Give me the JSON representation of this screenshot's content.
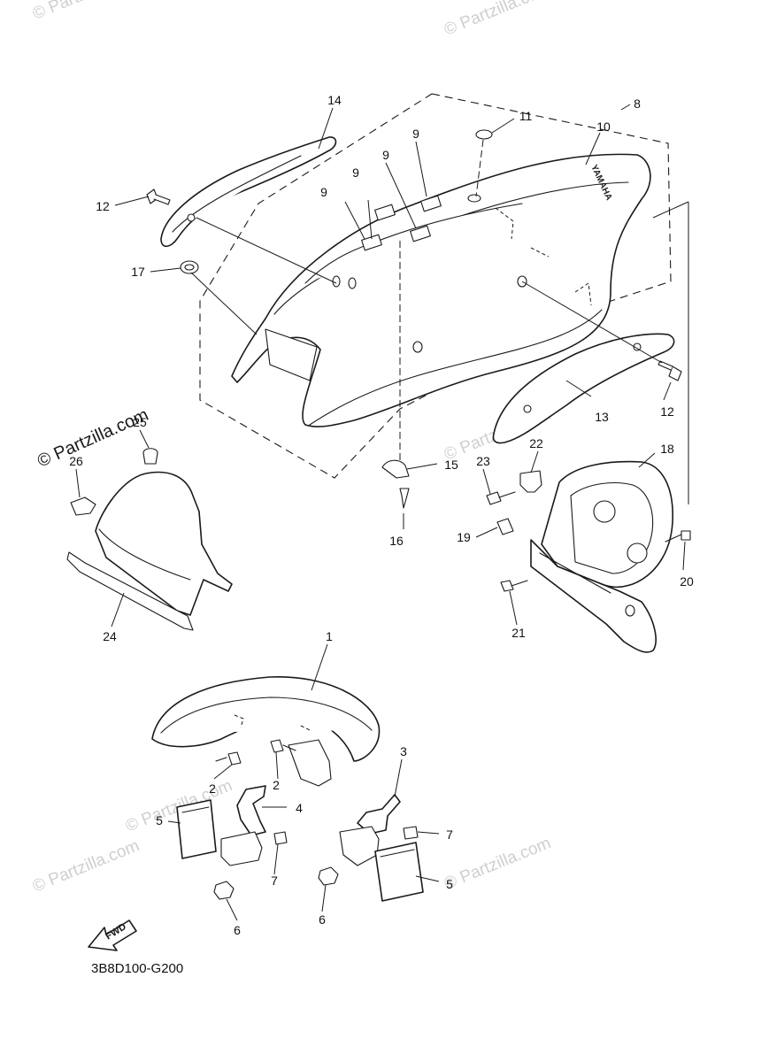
{
  "diagram_code": "3B8D100-G200",
  "fwd_label": "FWD",
  "brand_label": "YAMAHA",
  "side_watermark": "© Partzilla.com",
  "watermark_text": "© Partzilla.com",
  "callouts": {
    "p1": "1",
    "p2a": "2",
    "p2b": "2",
    "p3": "3",
    "p4": "4",
    "p5a": "5",
    "p5b": "5",
    "p6a": "6",
    "p6b": "6",
    "p7a": "7",
    "p7b": "7",
    "p8": "8",
    "p9a": "9",
    "p9b": "9",
    "p9c": "9",
    "p9d": "9",
    "p10": "10",
    "p11": "11",
    "p12a": "12",
    "p12b": "12",
    "p13": "13",
    "p14": "14",
    "p15": "15",
    "p16": "16",
    "p17": "17",
    "p18": "18",
    "p19": "19",
    "p20": "20",
    "p21": "21",
    "p22": "22",
    "p23": "23",
    "p24": "24",
    "p25": "25",
    "p26": "26"
  },
  "colors": {
    "line": "#1a1a1a",
    "watermark": "#cfcfcf",
    "background": "#ffffff"
  }
}
